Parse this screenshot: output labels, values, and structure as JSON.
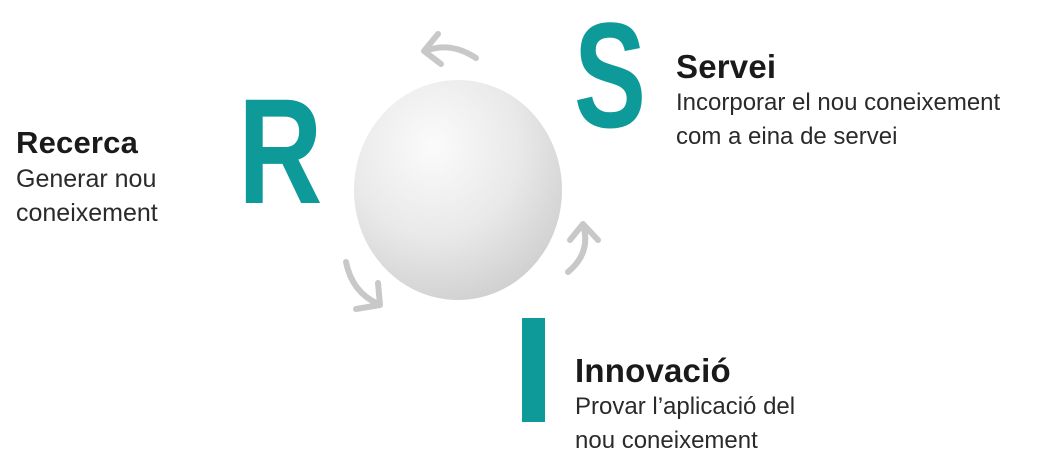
{
  "diagram": {
    "letters": {
      "r": "R",
      "s": "S",
      "i": "I"
    },
    "accent_color": "#0f9a9a",
    "arrow_color": "#c8c8c8",
    "recerca": {
      "title": "Recerca",
      "description": "Generar nou\nconeixement"
    },
    "servei": {
      "title": "Servei",
      "description": "Incorporar el nou coneixement\ncom a eina de servei"
    },
    "innovacio": {
      "title": "Innovació",
      "description": "Provar l’aplicació del\nnou coneixement"
    }
  }
}
